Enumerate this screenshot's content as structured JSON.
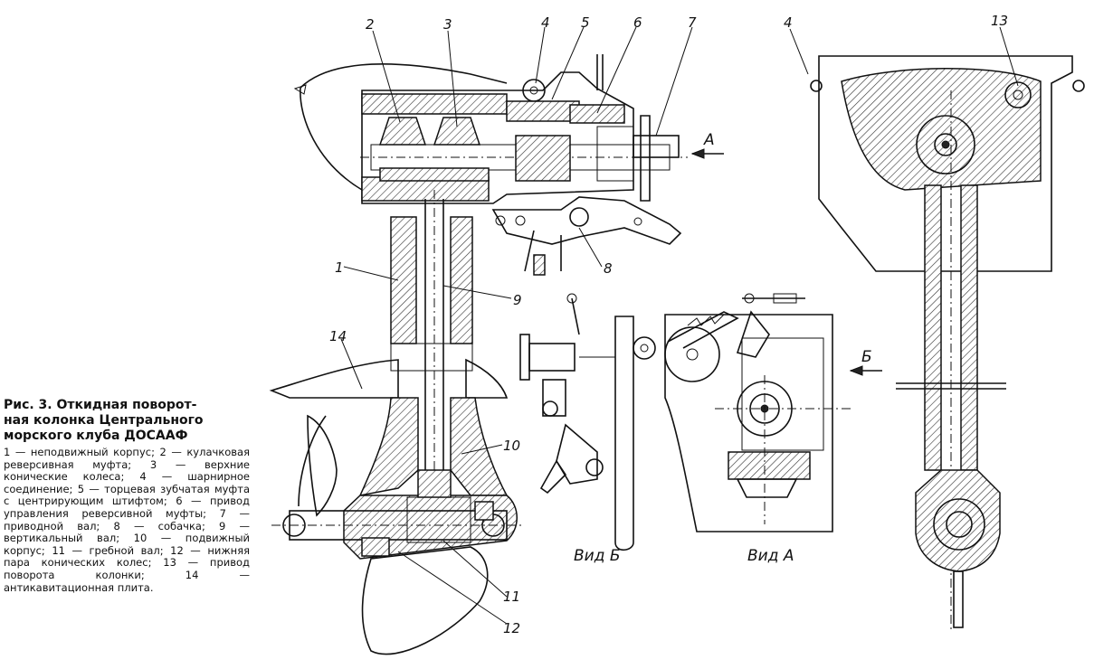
{
  "caption": {
    "title_line1": "Рис. 3. Откидная поворот-",
    "title_line2": "ная колонка Центрального",
    "title_line3": "морского клуба ДОСААФ",
    "legend": [
      "1 — неподвижный корпус;",
      "2 — кулачковая реверсивная муфта;",
      "3 — верхние конические колеса;",
      "4 — шарнирное соединение;",
      "5 — торцевая зубчатая муфта с центрирующим штифтом;",
      "6 — привод управления реверсивной муфты;",
      "7 — приводной вал;",
      "8 — собачка;",
      "9 — вертикальный вал;",
      "10 — подвижный корпус;",
      "11 — гребной вал;",
      "12 — нижняя пара конических колес;",
      "13 — привод поворота колонки;",
      "14 — антикавитационная плита."
    ]
  },
  "callouts": {
    "n1": "1",
    "n2": "2",
    "n3": "3",
    "n4": "4",
    "n5": "5",
    "n6": "6",
    "n7": "7",
    "n8": "8",
    "n9": "9",
    "n10": "10",
    "n11": "11",
    "n12": "12",
    "n13": "13",
    "n14": "14",
    "n4_right": "4"
  },
  "view_labels": {
    "arrow_a": "А",
    "arrow_b": "Б",
    "view_b": "Вид Б",
    "view_a": "Вид А"
  }
}
